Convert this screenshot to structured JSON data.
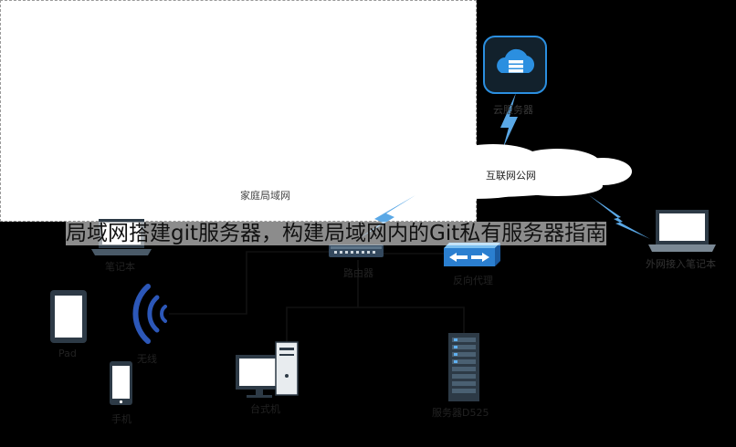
{
  "labels": {
    "cloud_server": "云服务器",
    "internet": "互联网公网",
    "home_lan": "家庭局域网",
    "laptop": "笔记本",
    "router": "路由器",
    "reverse_proxy": "反向代理",
    "external_laptop": "外网接入笔记本",
    "pad": "Pad",
    "wireless": "无线",
    "phone": "手机",
    "desktop": "台式机",
    "server": "服务器D525"
  },
  "title": "局域网搭建git服务器，构建局域网内的Git私有服务器指南",
  "colors": {
    "accent_blue": "#1a7fd4",
    "icon_dark": "#2d3a46",
    "link_blue": "#4a9fe0",
    "wifi_blue": "#2c57b8"
  }
}
